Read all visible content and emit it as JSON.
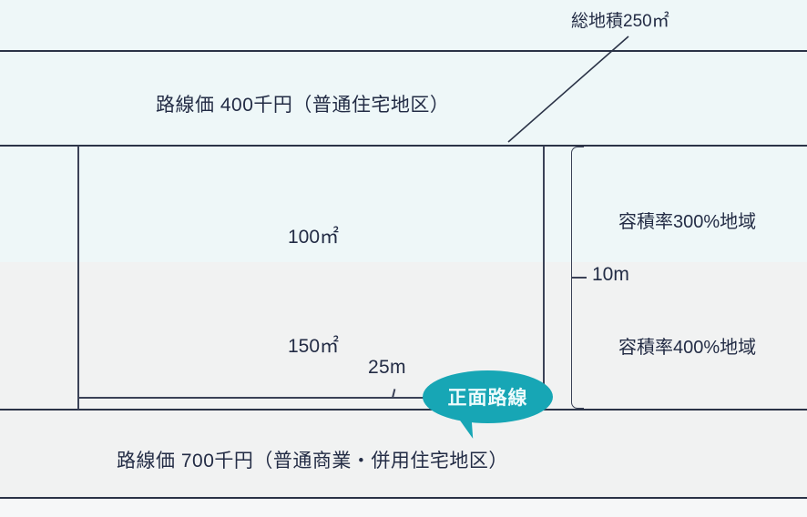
{
  "diagram": {
    "title_label": "総地積250㎡",
    "roads": {
      "north": {
        "price_label": "路線価 400千円（普通住宅地区）"
      },
      "south": {
        "price_label": "路線価 700千円（普通商業・併用住宅地区）",
        "callout_label": "正面路線"
      }
    },
    "parcel": {
      "upper_area_label": "100㎡",
      "lower_area_label": "150㎡",
      "width_label": "25m",
      "depth_label": "10m"
    },
    "zones": {
      "upper_far_label": "容積率300%地域",
      "lower_far_label": "容積率400%地域"
    },
    "colors": {
      "zone_300_fill": "#eef7f8",
      "zone_400_fill": "#f1f2f2",
      "line": "#2b3347",
      "text": "#232c45",
      "callout_fill": "#17a6b5",
      "callout_text": "#eefbfc"
    }
  }
}
